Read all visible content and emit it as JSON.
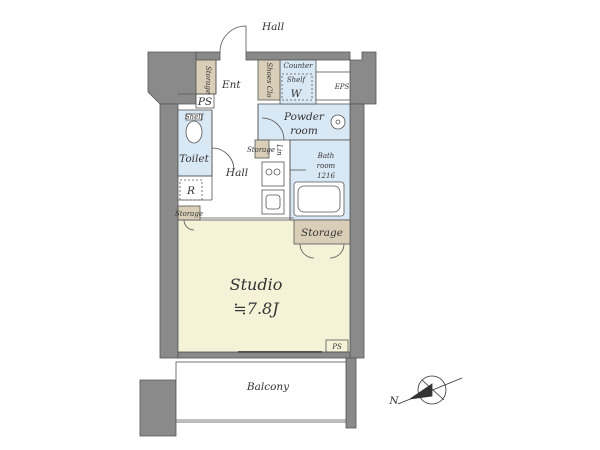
{
  "colors": {
    "wall": "#8a8a8a",
    "studio": "#f4f3d8",
    "wet": "#d9e8f5",
    "storage": "#d9cfb8",
    "line": "#555555"
  },
  "labels": {
    "hall_top": "Hall",
    "storage_ent": "Storage",
    "ent": "Ent",
    "shoes_clo": "Shoes Clo",
    "counter": "Counter",
    "shelf": "Shelf",
    "w": "W",
    "eps": "EPS",
    "ps_top": "PS",
    "shelf_toilet": "Shelf",
    "powder_room_1": "Powder",
    "powder_room_2": "room",
    "toilet": "Toilet",
    "storage_small": "Storage",
    "lin": "Lin",
    "bath_1": "Bath",
    "bath_2": "room",
    "bath_3": "1216",
    "hall": "Hall",
    "r": "R",
    "storage_left": "Storage",
    "storage_right": "Storage",
    "studio": "Studio",
    "studio_area": "≒7.8J",
    "ps_bottom": "PS",
    "balcony": "Balcony",
    "compass_n": "N"
  },
  "icons": {
    "compass": "compass-icon",
    "toilet": "toilet-icon",
    "stove": "stove-icon",
    "bathtub": "bathtub-icon",
    "washbasin": "washbasin-icon"
  }
}
